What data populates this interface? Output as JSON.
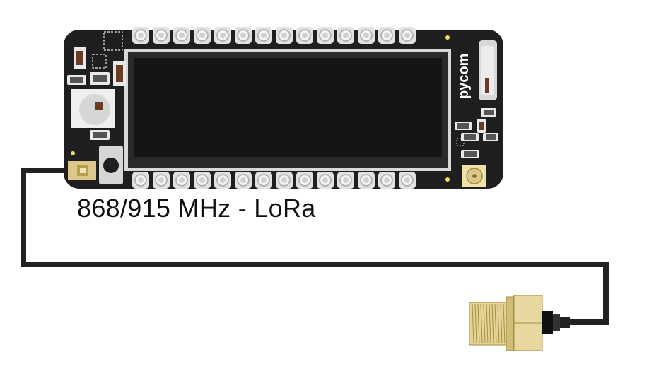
{
  "caption": "868/915 MHz - LoRa",
  "board": {
    "logo_text": "pycom",
    "header_pins_per_row": 14
  },
  "colors": {
    "board": "#1f1f1f",
    "cable": "#222222",
    "brass": "#dcc98a",
    "pin_ring": "#c9c9c9",
    "oled_glass": "#151515",
    "accent_dot": "#f0e060"
  },
  "icons": [
    "antenna-connector-icon",
    "sma-connector-icon",
    "reset-button-icon",
    "pycom-logo-icon"
  ]
}
